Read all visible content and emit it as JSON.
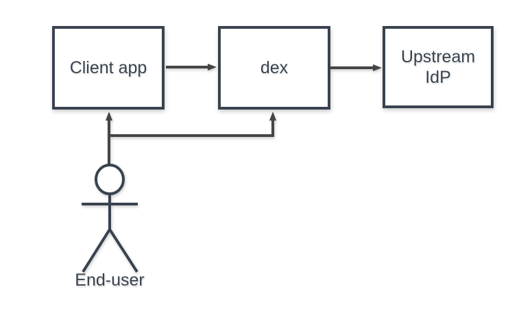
{
  "diagram": {
    "kind": "flow-diagram",
    "nodes": [
      {
        "id": "client-app",
        "label": "Client app"
      },
      {
        "id": "dex",
        "label": "dex"
      },
      {
        "id": "upstream-idp",
        "label": "Upstream IdP"
      }
    ],
    "actor": {
      "id": "end-user",
      "label": "End-user",
      "shape": "stick-figure"
    },
    "edges": [
      {
        "from": "client-app",
        "to": "dex",
        "arrow": "right"
      },
      {
        "from": "dex",
        "to": "upstream-idp",
        "arrow": "right"
      },
      {
        "from": "end-user",
        "to": "client-app",
        "arrow": "up"
      },
      {
        "from": "end-user",
        "to": "dex",
        "arrow": "up"
      }
    ],
    "colors": {
      "node_border": "#39434F",
      "node_fill": "#FFFFFF",
      "edge": "#454545",
      "text": "#39434F",
      "background": "#FFFFFF"
    }
  }
}
